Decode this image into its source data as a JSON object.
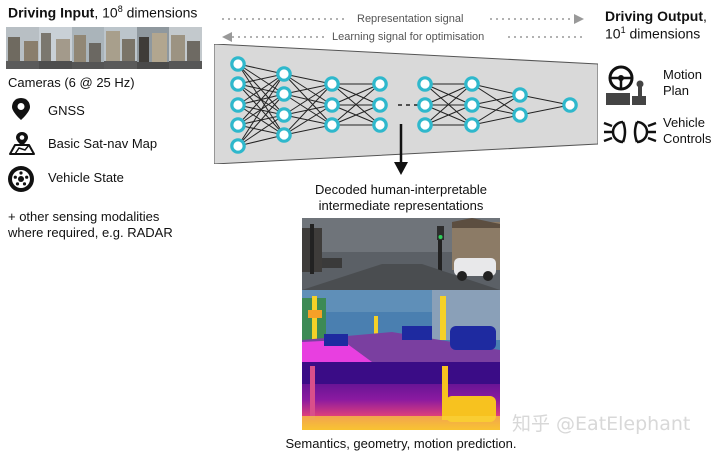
{
  "input": {
    "title_bold": "Driving Input",
    "title_rest": ", 10",
    "title_exp": "8",
    "title_tail": " dimensions",
    "cameras_label": "Cameras (6 @ 25 Hz)",
    "gnss_label": "GNSS",
    "map_label": "Basic Sat-nav Map",
    "vehicle_state_label": "Vehicle State",
    "other_line1": "+ other sensing modalities",
    "other_line2": "where required, e.g. RADAR"
  },
  "signals": {
    "representation": "Representation signal",
    "learning": "Learning signal for optimisation"
  },
  "output": {
    "title_bold": "Driving Output",
    "title_rest": ",",
    "line2_base": "10",
    "line2_exp": "1",
    "line2_tail": " dimensions",
    "motion_line1": "Motion",
    "motion_line2": "Plan",
    "controls_line1": "Vehicle",
    "controls_line2": "Controls"
  },
  "decoded": {
    "line1": "Decoded human-interpretable",
    "line2": "intermediate representations",
    "caption": "Semantics, geometry, motion prediction."
  },
  "watermark": "知乎 @EatElephant",
  "colors": {
    "node_fill": "#2fb8cc",
    "network_bg": "#d9d9d9",
    "segmentation_road": "#7a3fa0",
    "segmentation_sidewalk": "#e83fe0",
    "segmentation_sky": "#4a7fb0",
    "depth_far": "#3a0c86",
    "depth_near": "#f7c21f"
  }
}
